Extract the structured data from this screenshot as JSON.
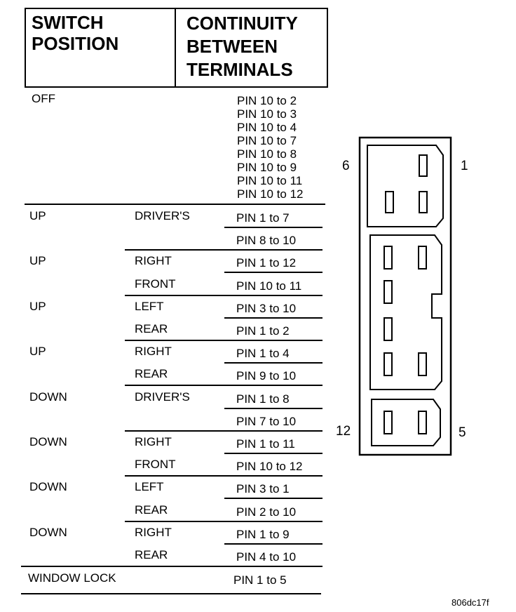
{
  "header": {
    "col1_line1": "SWITCH",
    "col1_line2": "POSITION",
    "col2_line1": "CONTINUITY",
    "col2_line2": "BETWEEN",
    "col2_line3": "TERMINALS"
  },
  "off": {
    "label": "OFF",
    "pins": [
      "PIN 10 to 2",
      "PIN 10 to 3",
      "PIN 10 to 4",
      "PIN 10 to 7",
      "PIN 10 to 8",
      "PIN 10 to 9",
      "PIN 10 to 11",
      "PIN 10 to 12"
    ]
  },
  "rows": [
    {
      "pos": "UP",
      "side": "DRIVER'S",
      "pin": "PIN 1 to 7"
    },
    {
      "pos": "",
      "side": "",
      "pin": "PIN 8 to 10"
    },
    {
      "pos": "UP",
      "side": "RIGHT",
      "pin": "PIN 1 to 12"
    },
    {
      "pos": "",
      "side": "FRONT",
      "pin": "PIN 10 to 11"
    },
    {
      "pos": "UP",
      "side": "LEFT",
      "pin": "PIN 3 to 10"
    },
    {
      "pos": "",
      "side": "REAR",
      "pin": "PIN 1 to 2"
    },
    {
      "pos": "UP",
      "side": "RIGHT",
      "pin": "PIN 1 to 4"
    },
    {
      "pos": "",
      "side": "REAR",
      "pin": "PIN 9 to 10"
    },
    {
      "pos": "DOWN",
      "side": "DRIVER'S",
      "pin": "PIN 1 to 8"
    },
    {
      "pos": "",
      "side": "",
      "pin": "PIN 7 to 10"
    },
    {
      "pos": "DOWN",
      "side": "RIGHT",
      "pin": "PIN 1 to 11"
    },
    {
      "pos": "",
      "side": "FRONT",
      "pin": "PIN 10 to 12"
    },
    {
      "pos": "DOWN",
      "side": "LEFT",
      "pin": "PIN 3 to 1"
    },
    {
      "pos": "",
      "side": "REAR",
      "pin": "PIN 2 to 10"
    },
    {
      "pos": "DOWN",
      "side": "RIGHT",
      "pin": "PIN 1 to 9"
    },
    {
      "pos": "",
      "side": "REAR",
      "pin": "PIN 4 to 10"
    }
  ],
  "window_lock": {
    "label": "WINDOW LOCK",
    "pin": "PIN 1 to 5"
  },
  "connector": {
    "label_6": "6",
    "label_1": "1",
    "label_12": "12",
    "label_5": "5"
  },
  "figure_code": "806dc17f"
}
